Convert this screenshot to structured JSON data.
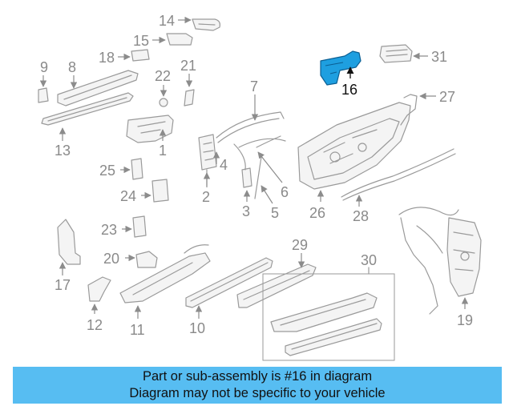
{
  "callouts": {
    "n1": "1",
    "n2": "2",
    "n3": "3",
    "n4": "4",
    "n5": "5",
    "n6": "6",
    "n7": "7",
    "n8": "8",
    "n9": "9",
    "n10": "10",
    "n11": "11",
    "n12": "12",
    "n13": "13",
    "n14": "14",
    "n15": "15",
    "n16": "16",
    "n17": "17",
    "n18": "18",
    "n19": "19",
    "n20": "20",
    "n21": "21",
    "n22": "22",
    "n23": "23",
    "n24": "24",
    "n25": "25",
    "n26": "26",
    "n27": "27",
    "n28": "28",
    "n29": "29",
    "n30": "30",
    "n31": "31"
  },
  "highlighted_part": "16",
  "colors": {
    "highlight_fill": "#1e9fe0",
    "banner_bg": "#57bdf2",
    "line_gray": "#9a9a9a"
  },
  "banner": {
    "line1": "Part or sub-assembly is #16 in diagram",
    "line2": "Diagram may not be specific to your vehicle"
  }
}
